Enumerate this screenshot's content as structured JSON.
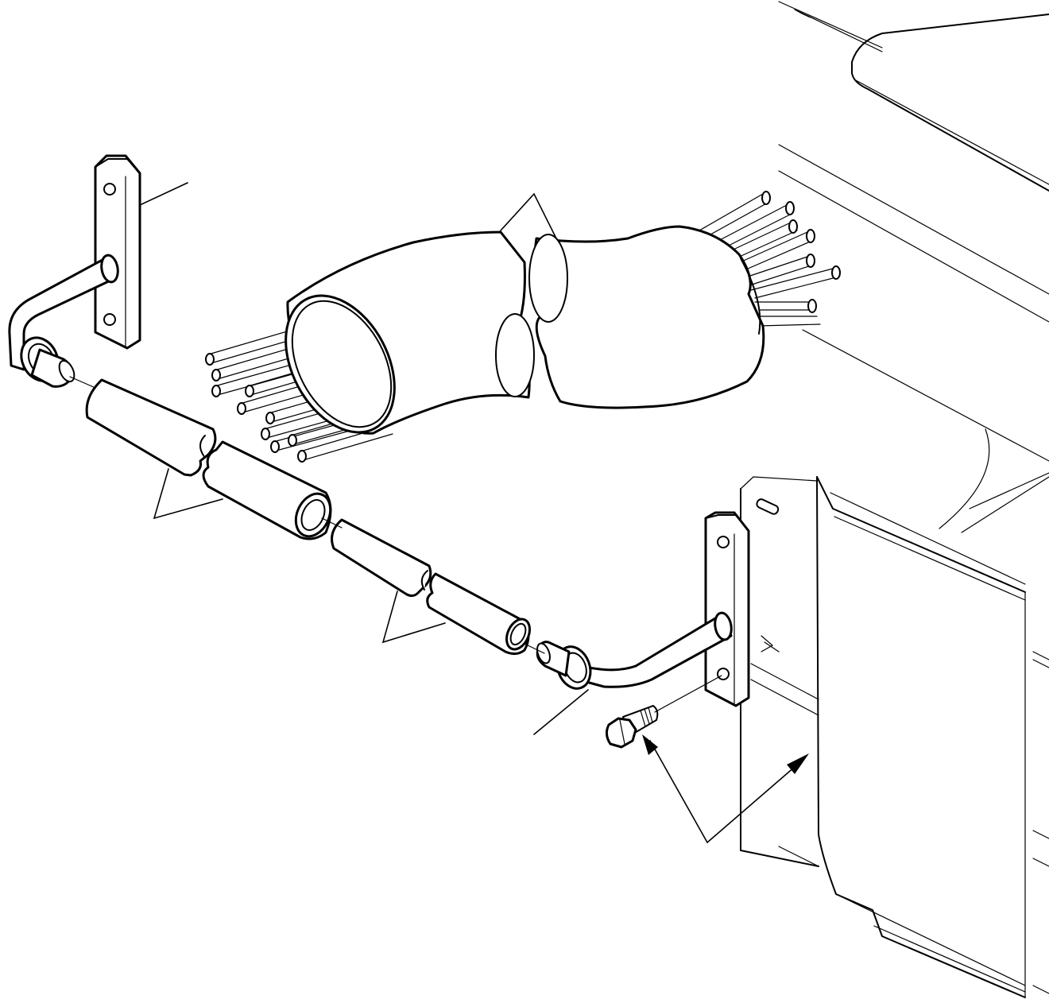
{
  "drawing": {
    "colors": {
      "line": "#000000",
      "background": "#ffffff"
    },
    "parts": [
      {
        "id": "left-bracket",
        "kind": "bracket-with-elbow-tube"
      },
      {
        "id": "right-bracket",
        "kind": "bracket-with-elbow-tube"
      },
      {
        "id": "harness-bundle",
        "kind": "wire-harness-in-split-sleeve"
      },
      {
        "id": "left-hose-pair",
        "kind": "hose-sleeve"
      },
      {
        "id": "right-hose-pair",
        "kind": "hose-sleeve"
      },
      {
        "id": "mounting-bolt",
        "kind": "hex-bolt"
      },
      {
        "id": "machine-frame",
        "kind": "frame-panel"
      }
    ]
  }
}
